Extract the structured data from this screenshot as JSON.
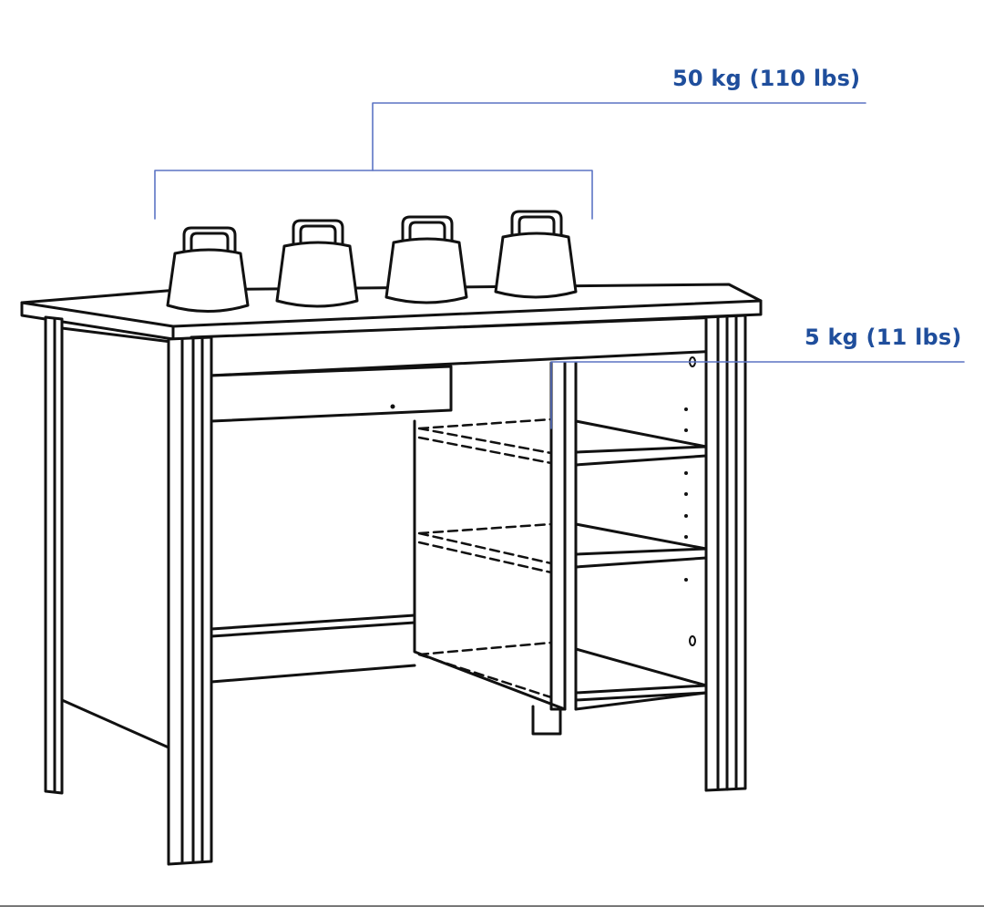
{
  "diagram": {
    "subject": "desk with drawer and open shelf unit, load capacity illustration",
    "colors": {
      "annotation": "#1f4e9c",
      "leader_line": "#5b74c4",
      "drawing": "#111111",
      "background": "#ffffff"
    },
    "annotations": [
      {
        "id": "tabletop-load",
        "text": "50 kg (110 lbs)",
        "applies_to": "tabletop"
      },
      {
        "id": "shelf-load",
        "text": "5 kg (11 lbs)",
        "applies_to": "shelf"
      }
    ],
    "weights_on_top": 4,
    "shelves": 3
  }
}
